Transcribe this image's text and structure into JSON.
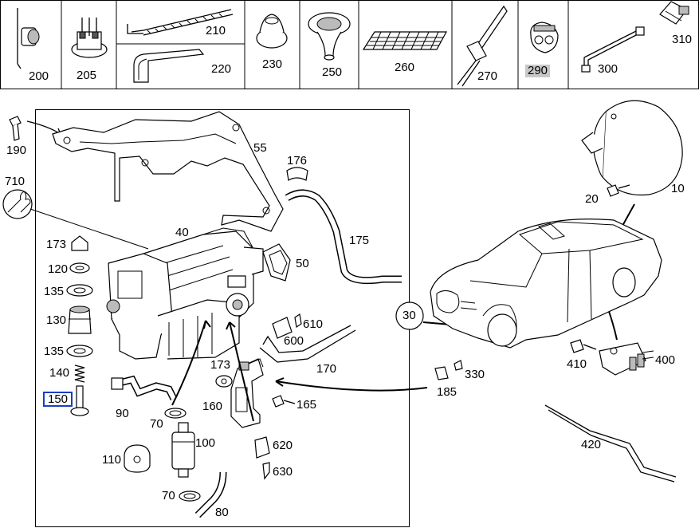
{
  "header_cells": [
    {
      "id": "200",
      "label": "200"
    },
    {
      "id": "205",
      "label": "205"
    },
    {
      "id": "210",
      "label": "210"
    },
    {
      "id": "220",
      "label": "220"
    },
    {
      "id": "230",
      "label": "230"
    },
    {
      "id": "250",
      "label": "250"
    },
    {
      "id": "260",
      "label": "260"
    },
    {
      "id": "270",
      "label": "270"
    },
    {
      "id": "290",
      "label": "290"
    },
    {
      "id": "300",
      "label": "300"
    },
    {
      "id": "310",
      "label": "310"
    }
  ],
  "callouts": {
    "c190": "190",
    "c710": "710",
    "c55": "55",
    "c176": "176",
    "c175": "175",
    "c40": "40",
    "c50": "50",
    "c173a": "173",
    "c120": "120",
    "c135a": "135",
    "c130": "130",
    "c135b": "135",
    "c140": "140",
    "c150": "150",
    "c610": "610",
    "c600": "600",
    "c170": "170",
    "c173b": "173",
    "c160": "160",
    "c165": "165",
    "c90": "90",
    "c70a": "70",
    "c100": "100",
    "c110": "110",
    "c620": "620",
    "c630": "630",
    "c70b": "70",
    "c80": "80",
    "c30": "30",
    "c330": "330",
    "c185": "185",
    "c20": "20",
    "c10": "10",
    "c410": "410",
    "c400": "400",
    "c420": "420"
  },
  "colors": {
    "line": "#000000",
    "highlight_grey": "#c8c8c8",
    "highlight_box": "#1a3fc4"
  }
}
